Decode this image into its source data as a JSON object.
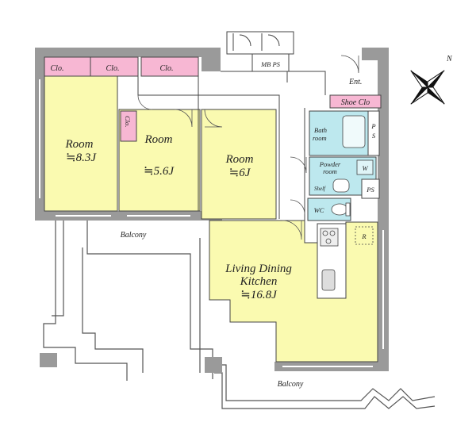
{
  "labels": {
    "clo_1": "Clo.",
    "clo_2": "Clo.",
    "clo_3": "Clo.",
    "clo_small": "Clo.",
    "mb_ps": "MB PS",
    "ent": "Ent.",
    "shoe_clo": "Shoe Clo",
    "room1_name": "Room",
    "room1_size": "≒8.3J",
    "room2_name": "Room",
    "room2_size": "≒5.6J",
    "room3_name": "Room",
    "room3_size": "≒6J",
    "bath_1": "Bath",
    "bath_2": "room",
    "ps_top_1": "P",
    "ps_top_2": "S",
    "powder_1": "Powder",
    "powder_2": "room",
    "w": "W",
    "shelf": "Shelf",
    "ps_mid": "PS",
    "wc": "WC",
    "r": "R",
    "balcony_top": "Balcony",
    "ldk_1": "Living Dining",
    "ldk_2": "Kitchen",
    "ldk_3": "≒16.8J",
    "balcony_bottom": "Balcony",
    "compass_n": "N"
  },
  "colors": {
    "room": "#fafab0",
    "closet": "#f7b7d3",
    "wet": "#bde8ee",
    "wall": "#9a9a9a",
    "wall_dark": "#7e7e7e",
    "line": "#222222"
  }
}
